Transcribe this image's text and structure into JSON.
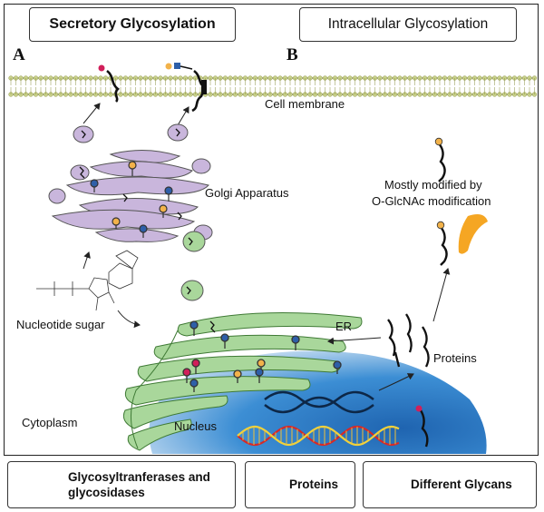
{
  "titles": {
    "secretory": "Secretory Glycosylation",
    "intracellular": "Intracellular Glycosylation"
  },
  "panels": {
    "a": "A",
    "b": "B"
  },
  "labels": {
    "cell_membrane": "Cell membrane",
    "golgi": "Golgi Apparatus",
    "nucleotide_sugar": "Nucleotide sugar",
    "er": "ER",
    "proteins": "Proteins",
    "cytoplasm": "Cytoplasm",
    "nucleus": "Nucleus",
    "ogln_line1": "Mostly modified by",
    "ogln_line2": "O-GlcNAc modification"
  },
  "legend": {
    "enzymes_line1": "Glycosyltranferases and",
    "enzymes_line2": "glycosidases",
    "proteins": "Proteins",
    "glycans": "Different Glycans"
  },
  "colors": {
    "golgi": "#c9b6dc",
    "er": "#a9d79b",
    "nucleus": "#2f7dc4",
    "membrane": "#c8d08a",
    "fucose": "#d11f5a",
    "mannose": "#2e5fa8",
    "galactose": "#f2b24a",
    "glcnac": "#f5a623"
  },
  "icons": [
    "cell-membrane-icon",
    "golgi-apparatus-icon",
    "er-icon",
    "nucleus-icon",
    "dna-helix-icon",
    "nucleotide-sugar-structure-icon",
    "ogt-enzyme-icon",
    "protein-chain-icon",
    "glycan-icon"
  ]
}
